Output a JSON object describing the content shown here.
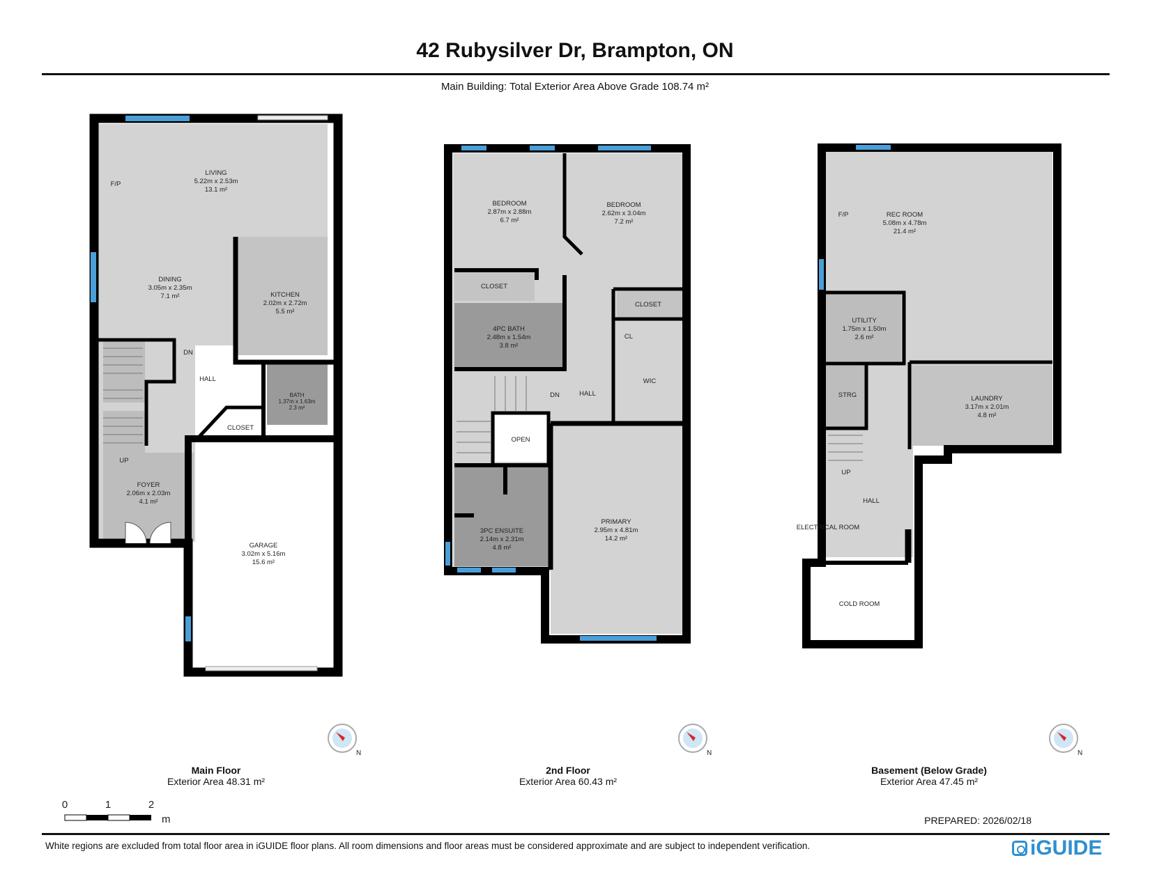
{
  "header": {
    "title": "42 Rubysilver Dr, Brampton, ON",
    "subtitle": "Main Building: Total Exterior Area Above Grade 108.74 m²"
  },
  "floors": [
    {
      "name": "Main Floor",
      "area": "Exterior Area 48.31 m²",
      "rooms": [
        {
          "name": "LIVING",
          "dims": "5.22m x 2.53m",
          "area": "13.1 m²"
        },
        {
          "name": "DINING",
          "dims": "3.05m x 2.35m",
          "area": "7.1 m²"
        },
        {
          "name": "KITCHEN",
          "dims": "2.02m x 2.72m",
          "area": "5.5 m²"
        },
        {
          "name": "BATH",
          "dims": "1.37m x 1.63m",
          "area": "2.3 m²"
        },
        {
          "name": "FOYER",
          "dims": "2.06m x 2.03m",
          "area": "4.1 m²"
        },
        {
          "name": "GARAGE",
          "dims": "3.02m x 5.16m",
          "area": "15.6 m²"
        }
      ],
      "labels": {
        "fp": "F/P",
        "dn": "DN",
        "hall": "HALL",
        "closet": "CLOSET",
        "up": "UP"
      }
    },
    {
      "name": "2nd Floor",
      "area": "Exterior Area 60.43 m²",
      "rooms": [
        {
          "name": "BEDROOM",
          "dims": "2.87m x 2.88m",
          "area": "6.7 m²"
        },
        {
          "name": "BEDROOM",
          "dims": "2.62m x 3.04m",
          "area": "7.2 m²"
        },
        {
          "name": "4PC BATH",
          "dims": "2.48m x 1.54m",
          "area": "3.8 m²"
        },
        {
          "name": "3PC ENSUITE",
          "dims": "2.14m x 2.31m",
          "area": "4.8 m²"
        },
        {
          "name": "PRIMARY",
          "dims": "2.95m x 4.81m",
          "area": "14.2 m²"
        }
      ],
      "labels": {
        "closet": "CLOSET",
        "cl": "CL",
        "wic": "WIC",
        "dn": "DN",
        "hall": "HALL",
        "open": "OPEN"
      }
    },
    {
      "name": "Basement (Below Grade)",
      "area": "Exterior Area 47.45 m²",
      "rooms": [
        {
          "name": "REC ROOM",
          "dims": "5.08m x 4.78m",
          "area": "21.4 m²"
        },
        {
          "name": "UTILITY",
          "dims": "1.75m x 1.50m",
          "area": "2.6 m²"
        },
        {
          "name": "LAUNDRY",
          "dims": "3.17m x 2.01m",
          "area": "4.8 m²"
        }
      ],
      "labels": {
        "fp": "F/P",
        "strg": "STRG",
        "up": "UP",
        "hall": "HALL",
        "electrical": "ELECTRICAL ROOM",
        "cold": "COLD ROOM"
      }
    }
  ],
  "compass_label": "N",
  "scale": {
    "ticks": [
      "0",
      "1",
      "2"
    ],
    "unit": "m"
  },
  "prepared": "PREPARED: 2026/02/18",
  "disclaimer": "White regions are excluded from total floor area in iGUIDE floor plans. All room dimensions and floor areas must be considered approximate and are subject to independent verification.",
  "logo_text": "iGUIDE",
  "colors": {
    "wall": "#000000",
    "floor_light": "#d3d3d3",
    "floor_mid": "#bdbdbd",
    "floor_dark": "#9a9a9a",
    "window": "#4a9fd8",
    "compass_red": "#d9262c"
  }
}
